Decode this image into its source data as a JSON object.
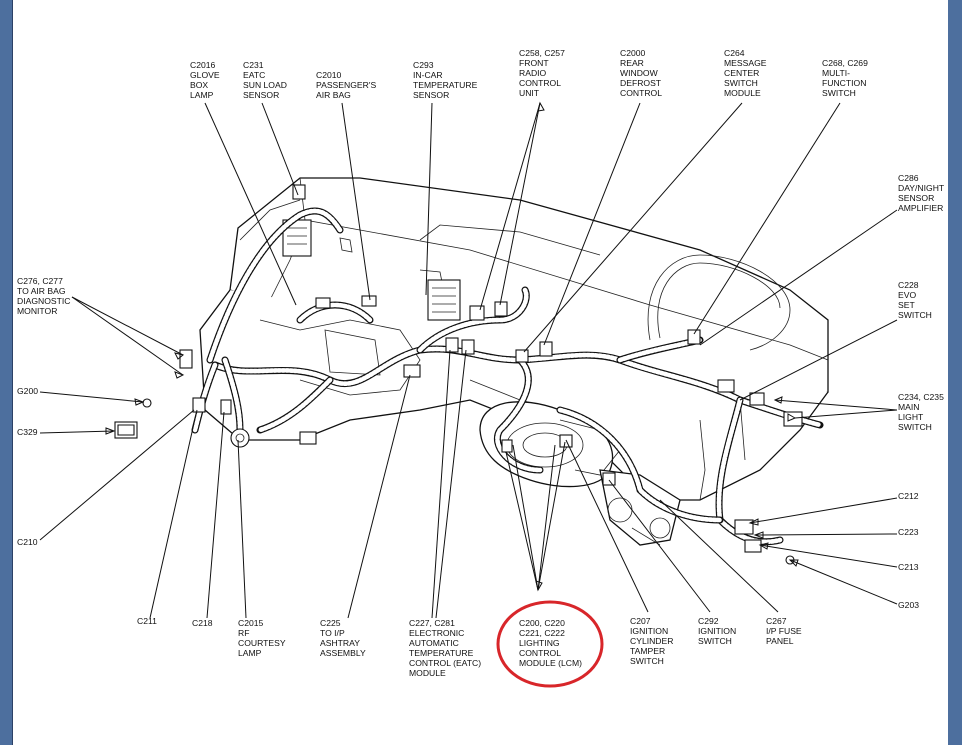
{
  "labels": {
    "glove_box_lamp": [
      "C2016",
      "GLOVE",
      "BOX",
      "LAMP"
    ],
    "sun_load_sensor": [
      "C231",
      "EATC",
      "SUN LOAD",
      "SENSOR"
    ],
    "passenger_air_bag": [
      "C2010",
      "PASSENGER'S",
      "AIR BAG"
    ],
    "in_car_temp_sensor": [
      "C293",
      "IN-CAR",
      "TEMPERATURE",
      "SENSOR"
    ],
    "front_radio_control": [
      "C258, C257",
      "FRONT",
      "RADIO",
      "CONTROL",
      "UNIT"
    ],
    "rear_window_defrost": [
      "C2000",
      "REAR",
      "WINDOW",
      "DEFROST",
      "CONTROL"
    ],
    "message_center_switch": [
      "C264",
      "MESSAGE",
      "CENTER",
      "SWITCH",
      "MODULE"
    ],
    "multi_function_switch": [
      "C268, C269",
      "MULTI-",
      "FUNCTION",
      "SWITCH"
    ],
    "day_night_sensor": [
      "C286",
      "DAY/NIGHT",
      "SENSOR",
      "AMPLIFIER"
    ],
    "evo_set_switch": [
      "C228",
      "EVO",
      "SET",
      "SWITCH"
    ],
    "main_light_switch": [
      "C234, C235",
      "MAIN",
      "LIGHT",
      "SWITCH"
    ],
    "c212": [
      "C212"
    ],
    "c223": [
      "C223"
    ],
    "c213": [
      "C213"
    ],
    "g203": [
      "G203"
    ],
    "air_bag_monitor": [
      "C276, C277",
      "TO AIR BAG",
      "DIAGNOSTIC",
      "MONITOR"
    ],
    "g200": [
      "G200"
    ],
    "c329": [
      "C329"
    ],
    "c210": [
      "C210"
    ],
    "c211": [
      "C211"
    ],
    "c218": [
      "C218"
    ],
    "rf_courtesy_lamp": [
      "C2015",
      "RF",
      "COURTESY",
      "LAMP"
    ],
    "ashtray_assembly": [
      "C225",
      "TO I/P",
      "ASHTRAY",
      "ASSEMBLY"
    ],
    "eatc_module": [
      "C227, C281",
      "ELECTRONIC",
      "AUTOMATIC",
      "TEMPERATURE",
      "CONTROL (EATC)",
      "MODULE"
    ],
    "lighting_control_module": [
      "C200, C220",
      "C221, C222",
      "LIGHTING",
      "CONTROL",
      "MODULE (LCM)"
    ],
    "ignition_tamper_switch": [
      "C207",
      "IGNITION",
      "CYLINDER",
      "TAMPER",
      "SWITCH"
    ],
    "ignition_switch": [
      "C292",
      "IGNITION",
      "SWITCH"
    ],
    "ip_fuse_panel": [
      "C267",
      "I/P FUSE",
      "PANEL"
    ]
  },
  "colors": {
    "highlight_circle": "#d8262a",
    "frame": "#4d6f9e",
    "ink": "#111111"
  }
}
